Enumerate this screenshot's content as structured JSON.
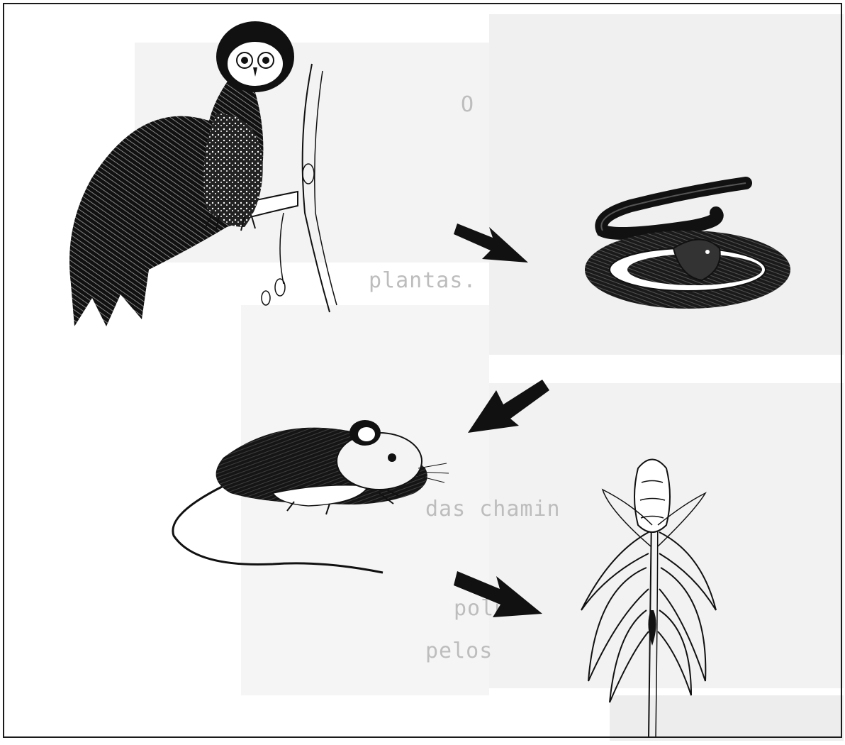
{
  "diagram": {
    "type": "food-chain",
    "nodes": [
      {
        "id": "owl",
        "icon": "owl-icon"
      },
      {
        "id": "snake",
        "icon": "snake-icon"
      },
      {
        "id": "mouse",
        "icon": "mouse-icon"
      },
      {
        "id": "corn",
        "icon": "corn-plant-icon"
      }
    ],
    "edges": [
      {
        "from": "owl",
        "to": "snake",
        "icon": "arrow-icon"
      },
      {
        "from": "snake",
        "to": "mouse",
        "icon": "arrow-icon"
      },
      {
        "from": "mouse",
        "to": "corn",
        "icon": "arrow-icon"
      }
    ]
  },
  "bleed_through_text": {
    "lines": [
      "O",
      "plantas.",
      "das chamin",
      "polui",
      "pelos"
    ]
  },
  "colors": {
    "ink": "#111111",
    "paper": "#ffffff",
    "bleed": "#bdbdbd",
    "stain": "#f2f2f2"
  }
}
